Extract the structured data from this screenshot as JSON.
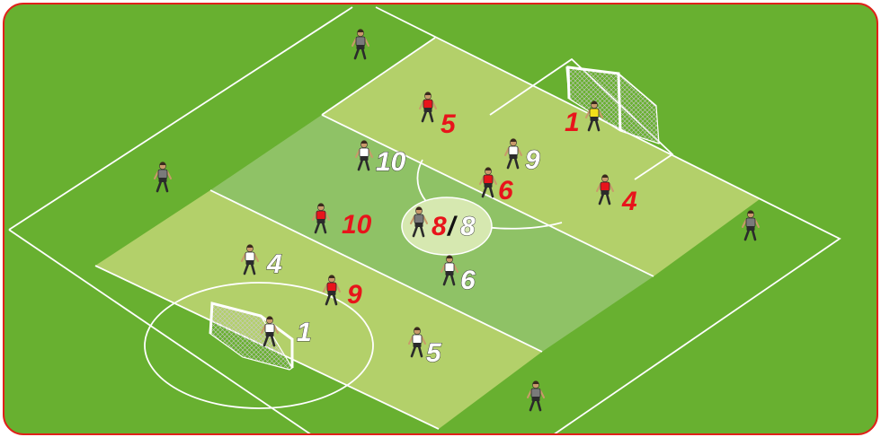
{
  "colors": {
    "grass": "#68b030",
    "zone_light": "#b3d06a",
    "zone_mid": "#8fc266",
    "line": "#ffffff",
    "frame": "#e0201a",
    "red_team": "#e8141b",
    "white_team": "#ffffff",
    "neutral": "#7a7a7a",
    "keeper_yellow": "#f3df1a",
    "circle": "#d6e8b0"
  },
  "labels": {
    "red_1": "1",
    "red_5": "5",
    "red_6": "6",
    "red_4": "4",
    "red_10": "10",
    "red_9": "9",
    "white_10": "10",
    "white_9": "9",
    "white_4": "4",
    "white_6": "6",
    "white_1": "1",
    "white_5": "5",
    "overload_red": "8",
    "overload_slash": "/",
    "overload_white": "8"
  },
  "icons": {
    "goal": "goal-net-icon",
    "player": "player-figure-icon"
  }
}
